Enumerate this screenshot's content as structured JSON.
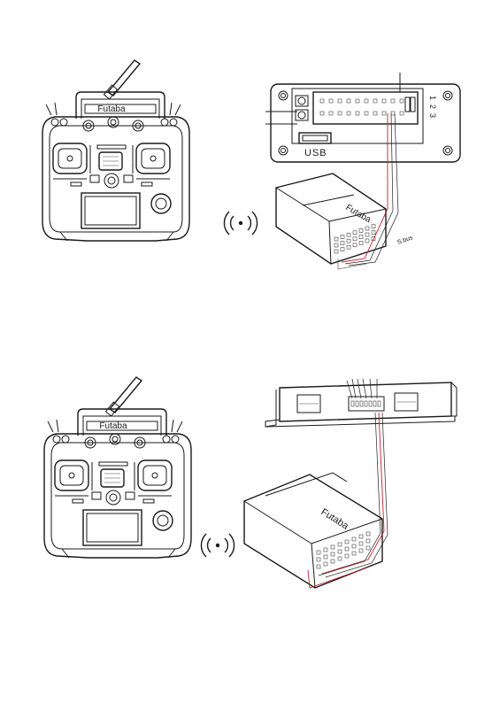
{
  "transmitter": {
    "brand": "Futaba"
  },
  "receiver": {
    "brand": "Futaba",
    "sbus_label": "S.bus"
  },
  "controller": {
    "usb_label": "USB",
    "port_numbers": [
      "1",
      "2",
      "3"
    ]
  },
  "colors": {
    "line": "#1a1a1a",
    "signal_wire": "#c8202a",
    "background": "#ffffff"
  },
  "icons": {
    "wireless": "wireless-signal-icon",
    "antenna": "antenna-icon"
  }
}
